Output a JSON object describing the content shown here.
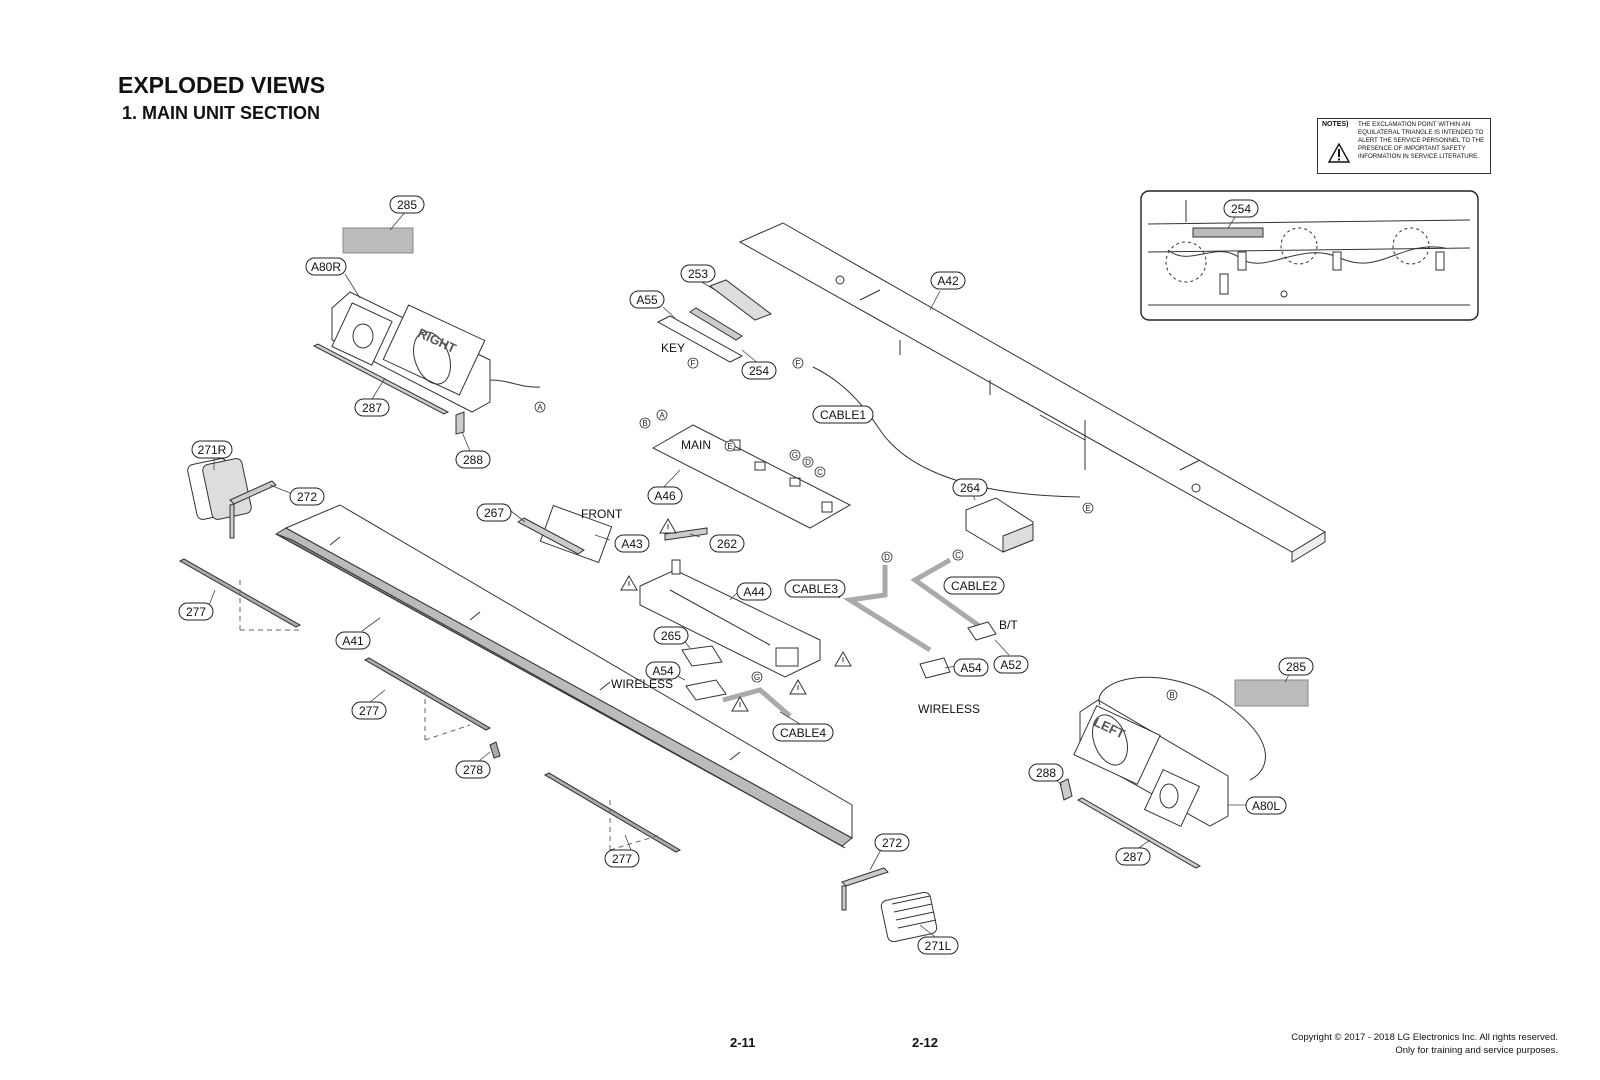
{
  "heading": "EXPLODED VIEWS",
  "subheading": "1. MAIN UNIT SECTION",
  "notes": {
    "label": "NOTES)",
    "text": "THE EXCLAMATION POINT WITHIN AN EQUILATERAL TRIANGLE IS INTENDED TO ALERT THE SERVICE PERSONNEL TO THE PRESENCE OF IMPORTANT SAFETY INFORMATION IN SERVICE LITERATURE."
  },
  "page_numbers": {
    "left": "2-11",
    "right": "2-12"
  },
  "copyright": {
    "line1": "Copyright © 2017 - 2018 LG Electronics Inc. All rights reserved.",
    "line2": "Only for training and service purposes."
  },
  "callouts": {
    "c285a": "285",
    "a80r": "A80R",
    "c287a": "287",
    "c288a": "288",
    "c271r": "271R",
    "c272a": "272",
    "c277a": "277",
    "a41": "A41",
    "c277b": "277",
    "c278": "278",
    "c277c": "277",
    "c267": "267",
    "a43": "A43",
    "a55": "A55",
    "c253": "253",
    "c254a": "254",
    "cable1": "CABLE1",
    "a46": "A46",
    "a42": "A42",
    "c262": "262",
    "a44": "A44",
    "c265": "265",
    "a54a": "A54",
    "cable4": "CABLE4",
    "cable3": "CABLE3",
    "cable2": "CABLE2",
    "c264": "264",
    "a52": "A52",
    "a54b": "A54",
    "c285b": "285",
    "c288b": "288",
    "a80l": "A80L",
    "c287b": "287",
    "c272b": "272",
    "c271l": "271L",
    "c254b": "254"
  },
  "labels": {
    "key": "KEY",
    "main": "MAIN",
    "front": "FRONT",
    "wireless_a": "WIRELESS",
    "wireless_b": "WIRELESS",
    "bt": "B/T",
    "right_text": "RIGHT",
    "left_text": "LEFT"
  },
  "connectors": {
    "A1": "A",
    "A2": "A",
    "B1": "B",
    "B2": "B",
    "C1": "C",
    "C2": "C",
    "D1": "D",
    "D2": "D",
    "E1": "E",
    "E2": "E",
    "F1": "F",
    "F2": "F",
    "G1": "G",
    "G2": "G"
  }
}
